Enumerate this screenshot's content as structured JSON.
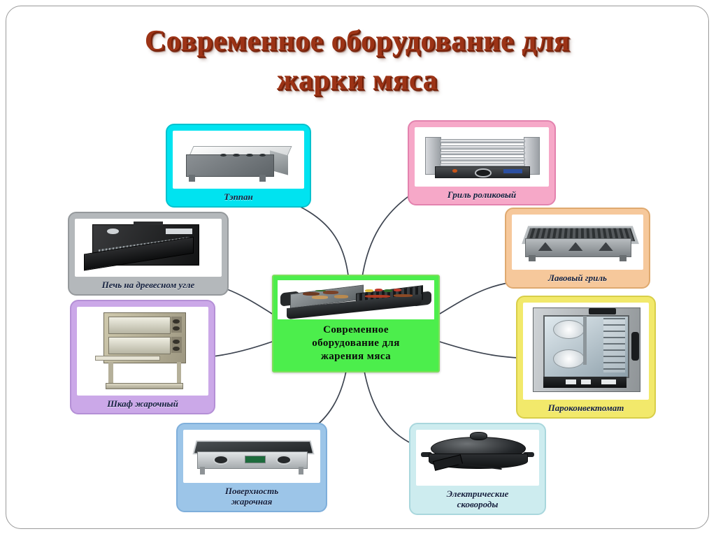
{
  "slide": {
    "title": "Современное оборудование для\nжарки мяса",
    "title_color": "#9C3316",
    "background": "#FFFFFF",
    "border_color": "#9A9A9A"
  },
  "center": {
    "label": "Современное\nоборудование для\nжарения мяса",
    "fill": "#4CEE4C",
    "border": "#7BE05A",
    "text_color": "#0A0A0A",
    "image_name": "table-grill-raclette-photo"
  },
  "nodes": [
    {
      "id": "teppan",
      "label": "Тэппан",
      "fill": "#00E3F0",
      "border": "#00C2CE",
      "text_color": "#15213F",
      "image_name": "teppanyaki-griddle-photo"
    },
    {
      "id": "roller-grill",
      "label": "Гриль роликовый",
      "fill": "#F6A8C8",
      "border": "#E382AE",
      "text_color": "#15213F",
      "image_name": "roller-grill-photo"
    },
    {
      "id": "lava-grill",
      "label": "Лавовый гриль",
      "fill": "#F6C89B",
      "border": "#DFA96F",
      "text_color": "#15213F",
      "image_name": "lava-grill-photo"
    },
    {
      "id": "combi-steamer",
      "label": "Пароконвектомат",
      "fill": "#F2E96B",
      "border": "#D8CE49",
      "text_color": "#15213F",
      "image_name": "combi-steamer-oven-photo"
    },
    {
      "id": "electric-pans",
      "label": "Электрические\nсковороды",
      "fill": "#CDECEF",
      "border": "#A9D7DD",
      "text_color": "#15213F",
      "image_name": "electric-frying-pan-photo"
    },
    {
      "id": "griddle-surface",
      "label": "Поверхность\nжарочная",
      "fill": "#9CC5E8",
      "border": "#7FAFDB",
      "text_color": "#15213F",
      "image_name": "flat-top-griddle-photo"
    },
    {
      "id": "baking-cabinet",
      "label": "Шкаф жарочный",
      "fill": "#CBA8E8",
      "border": "#B48FD6",
      "text_color": "#15213F",
      "image_name": "baking-cabinet-oven-photo"
    },
    {
      "id": "charcoal-oven",
      "label": "Печь на древесном угле",
      "fill": "#B4B8BB",
      "border": "#95999C",
      "text_color": "#15213F",
      "image_name": "charcoal-oven-photo"
    }
  ],
  "connectors": {
    "count": 8,
    "stroke": "#3D4450",
    "description": "curved lines from centre node to each of the eight surrounding cards"
  }
}
